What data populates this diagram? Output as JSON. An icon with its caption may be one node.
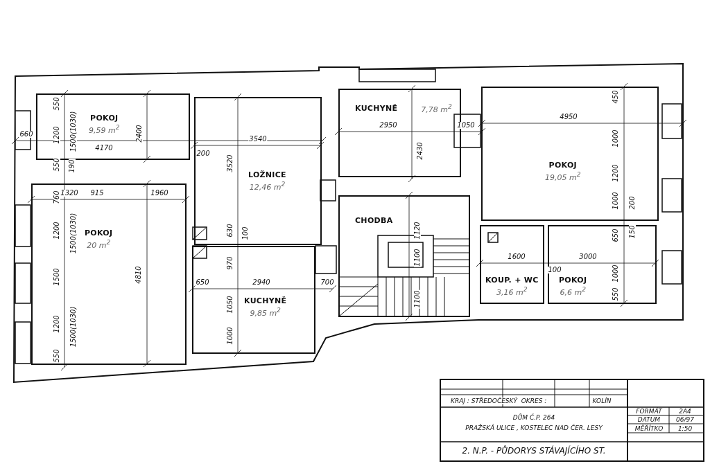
{
  "diagram": {
    "nodes": [
      {
        "text": [
          "POKOJ",
          "9,59 m$^{2}$"
        ]
      },
      {
        "text": [
          "POKOJ",
          "20 m$^{2}$"
        ]
      },
      {
        "text": [
          "LOŽNICE",
          "12,46 m$^{2}$"
        ]
      },
      {
        "text": [
          "KUCHYNĚ",
          "9,85 m$^{2}$"
        ]
      },
      {
        "text": [
          "KUCHYNĚ",
          "7,78 m$^{2}$"
        ]
      },
      {
        "text": [
          "CHODBA"
        ]
      },
      {
        "text": [
          "POKOJ",
          "19,05 m$^{2}$"
        ]
      },
      {
        "text": [
          "KOUP. + WC",
          "3,16 m$^{2}$"
        ]
      },
      {
        "text": [
          "POKOJ",
          "6,6 m$^{2}$"
        ]
      }
    ],
    "labels": [
      "550",
      "1200",
      "1500(1030)",
      "660",
      "4170",
      "2400",
      "550",
      "190",
      "200",
      "1320",
      "915",
      "1960",
      "760",
      "1200",
      "1500(1030)",
      "1500",
      "4810",
      "1200",
      "1500(1030)",
      "550",
      "3540",
      "3520",
      "630",
      "100",
      "970",
      "650",
      "2940",
      "1050",
      "1000",
      "700",
      "2950",
      "2430",
      "1050",
      "1120",
      "1100",
      "1100",
      "4950",
      "450",
      "1000",
      "1200",
      "1000",
      "200",
      "650",
      "150",
      "1000",
      "550",
      "1600",
      "100",
      "3000",
      "KRAJ : STŘEDOČESKÝ",
      "OKRES :",
      "KOLÍN",
      "DŮM Č.P. 264",
      "PRAŽSKÁ ULICE , KOSTELEC NAD ČER. LESY",
      "FORMÁT",
      "2A4",
      "DATUM",
      "06/97",
      "MĚŘÍTKO",
      "1:50",
      "2. N.P. - PŮDORYS STÁVAJÍCÍHO ST."
    ]
  }
}
